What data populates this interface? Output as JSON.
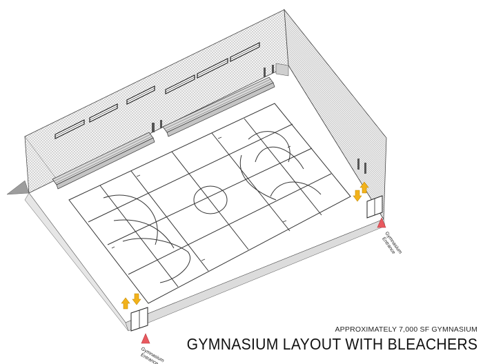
{
  "title": "GYMNASIUM LAYOUT WITH BLEACHERS",
  "subtitle": "APPROXIMATELY 7,000 SF GYMNASIUM",
  "entrances": [
    {
      "label_line1": "Gymnasium",
      "label_line2": "Entrance"
    },
    {
      "label_line1": "Gymnasium",
      "label_line2": "Entrance"
    }
  ],
  "colors": {
    "wall_fill": "#f3f3f3",
    "wall_hatch": "#9a9a9a",
    "line": "#333333",
    "floor": "#ffffff",
    "arrow": "#f2b21b",
    "marker": "#e8595f"
  }
}
